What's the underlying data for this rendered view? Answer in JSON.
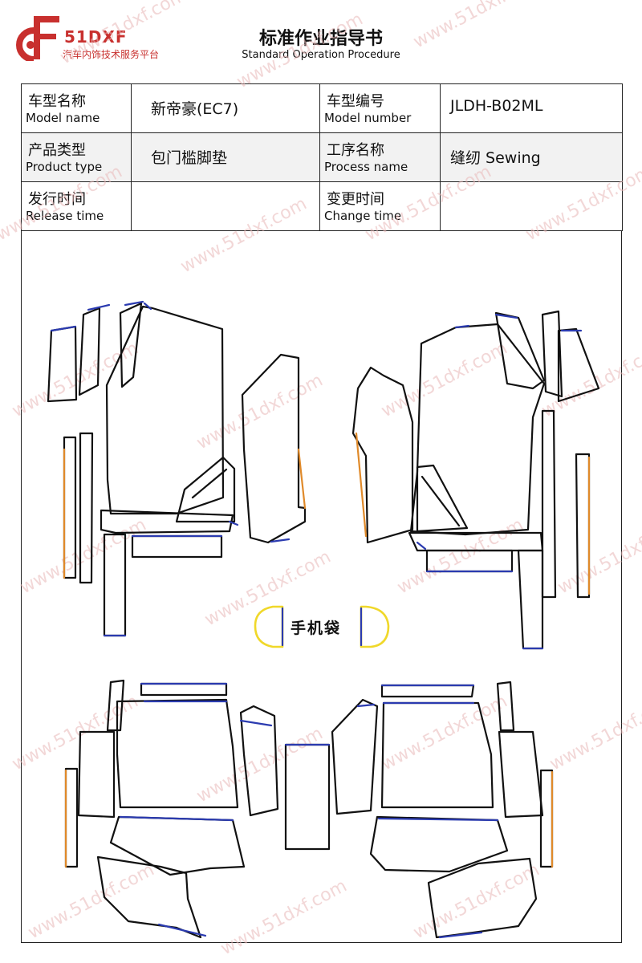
{
  "header": {
    "logo_text": "51DXF",
    "logo_subtitle": "汽车内饰技术服务平台",
    "title": "标准作业指导书",
    "subtitle": "Standard Operation Procedure"
  },
  "info_table": {
    "model_name_cn": "车型名称",
    "model_name_en": "Model name",
    "model_name_value": "新帝豪(EC7)",
    "model_number_cn": "车型编号",
    "model_number_en": "Model number",
    "model_number_value": "JLDH-B02ML",
    "product_type_cn": "产品类型",
    "product_type_en": "Product type",
    "product_type_value": "包门槛脚垫",
    "process_name_cn": "工序名称",
    "process_name_en": "Process name",
    "process_name_value": "缝纫 Sewing",
    "release_time_cn": "发行时间",
    "release_time_en": "Release time",
    "release_time_value": "",
    "change_time_cn": "变更时间",
    "change_time_en": "Change time",
    "change_time_value": ""
  },
  "drawing": {
    "phone_pocket_label": "手机袋",
    "watermark": "www.51dxf.com",
    "colors": {
      "outline": "#111111",
      "edge_blue": "#2b3bb0",
      "edge_orange": "#e08a2a",
      "edge_yellow": "#f0d82a",
      "brand_red": "#c8302e"
    }
  }
}
